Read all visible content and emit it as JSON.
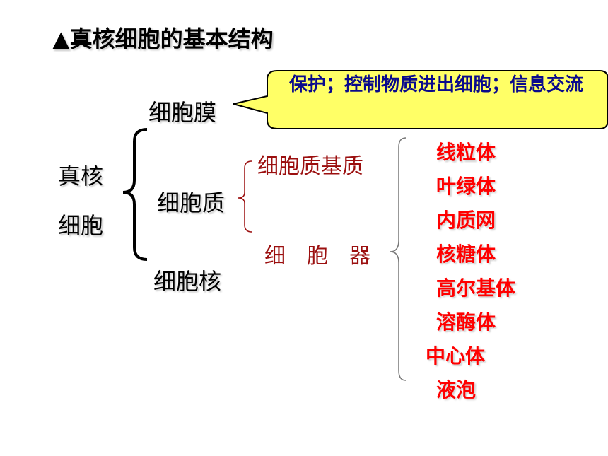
{
  "title": "▲真核细胞的基本结构",
  "root": {
    "line1": "真核",
    "line2": "细胞"
  },
  "parts": {
    "membrane": "细胞膜",
    "cytoplasm": "细胞质",
    "nucleus": "细胞核"
  },
  "callout": {
    "text": "保护；控制物质进出细胞；信息交流"
  },
  "cytoplasm_parts": {
    "matrix": "细胞质基质",
    "organelles_label": "细　胞　器"
  },
  "organelles": [
    "线粒体",
    "叶绿体",
    "内质网",
    "核糖体",
    "高尔基体",
    "溶酶体",
    "中心体",
    "液泡"
  ],
  "colors": {
    "callout_fill": "#ffff66",
    "organelle_text": "#ff0000",
    "serif_text": "#9b0f0f",
    "callout_text": "#0a0a8c"
  }
}
